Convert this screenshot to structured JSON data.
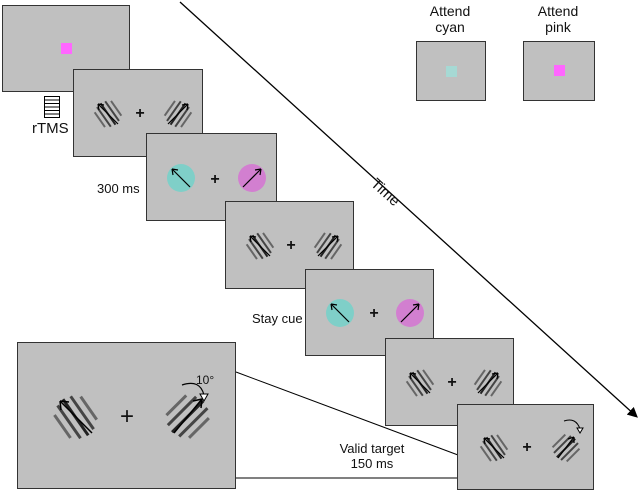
{
  "labels": {
    "rtms": "rTMS",
    "soa": "300 ms",
    "stay_cue": "Stay cue",
    "time": "Time",
    "valid_target_line1": "Valid target",
    "valid_target_line2": "150 ms",
    "rotation": "10°"
  },
  "cue_conditions": [
    {
      "line1": "Attend",
      "line2": "cyan",
      "color": "#a6d9d4"
    },
    {
      "line1": "Attend",
      "line2": "pink",
      "color": "#ff66ff"
    }
  ],
  "fixation": "+",
  "colors": {
    "panel": "#c0c0c0",
    "cyan_cue": "#7fcfc8",
    "pink_cue": "#d27fd0",
    "square_pink": "#ff66ff",
    "square_cyan": "#a6d9d4"
  }
}
